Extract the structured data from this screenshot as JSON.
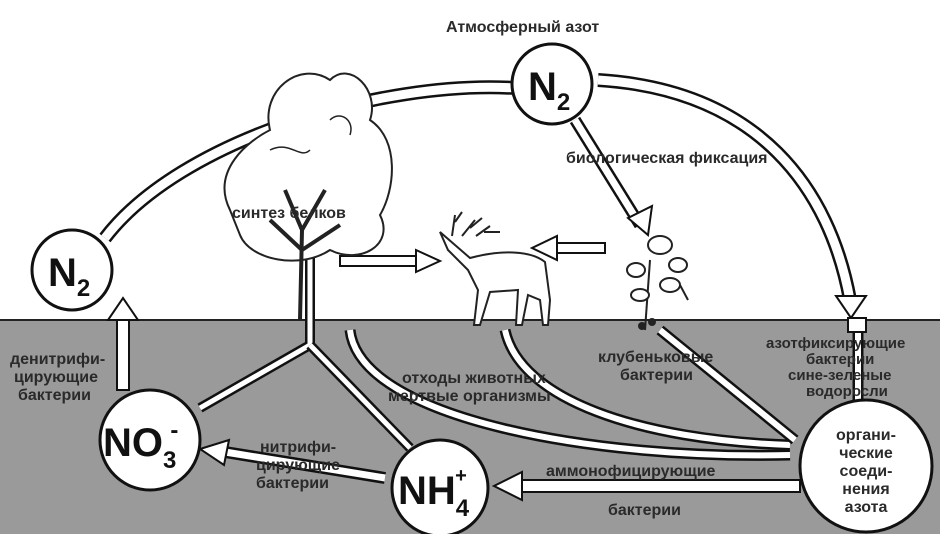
{
  "labels": {
    "atmospheric_nitrogen": "Атмосферный азот",
    "biological_fixation": "биологическая фиксация",
    "protein_synthesis": "синтез белков",
    "denitrifying_1": "денитрифи-",
    "denitrifying_2": "цирующие",
    "denitrifying_3": "бактерии",
    "waste_1": "отходы животных",
    "waste_2": "мертвые организмы",
    "nodule_1": "клубеньковые",
    "nodule_2": "бактерии",
    "azot_1": "азотфиксирующие",
    "azot_2": "бактерии",
    "azot_3": "сине-зеленые",
    "azot_4": "водоросли",
    "nitrifying_1": "нитрифи-",
    "nitrifying_2": "цирующие",
    "nitrifying_3": "бактерии",
    "ammonifying": "аммонофицирующие",
    "ammonifying_2": "бактерии",
    "organic_1": "органи-",
    "organic_2": "ческие",
    "organic_3": "соеди-",
    "organic_4": "нения",
    "organic_5": "азота"
  },
  "nodes": {
    "n2_top": {
      "base": "N",
      "sub": "2"
    },
    "n2_left": {
      "base": "N",
      "sub": "2"
    },
    "no3": {
      "base": "NO",
      "sub": "3",
      "sup": "-"
    },
    "nh4": {
      "base": "NH",
      "sub": "4",
      "sup": "+"
    }
  },
  "colors": {
    "ground": "#9a9a9a",
    "sky": "#ffffff",
    "line": "#1a1a1a"
  }
}
